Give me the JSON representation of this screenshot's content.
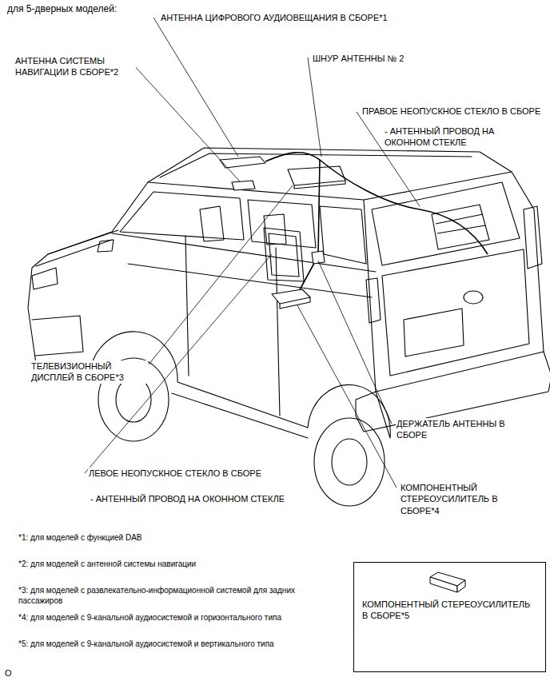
{
  "diagram": {
    "title": "для 5-дверных моделей:",
    "nodes": [
      {
        "text": [
          "КОМПОНЕНТНЫЙ СТЕРЕОУСИЛИТЕЛЬ В СБОРЕ*5"
        ]
      }
    ],
    "labels": [
      "АНТЕННА ЦИФРОВОГО АУДИОВЕЩАНИЯ В СБОРЕ*1",
      "АНТЕННА СИСТЕМЫ НАВИГАЦИИ В СБОРЕ*2",
      "ШНУР АНТЕННЫ № 2",
      "ПРАВОЕ НЕОПУСКНОЕ СТЕКЛО В СБОРЕ",
      "- АНТЕННЫЙ ПРОВОД НА ОКОННОМ СТЕКЛЕ",
      "ТЕЛЕВИЗИОННЫЙ ДИСПЛЕЙ В СБОРЕ*3",
      "ДЕРЖАТЕЛЬ АНТЕННЫ В СБОРЕ",
      "ЛЕВОЕ НЕОПУСКНОЕ СТЕКЛО В СБОРЕ",
      "- АНТЕННЫЙ ПРОВОД НА ОКОННОМ СТЕКЛЕ",
      "КОМПОНЕНТНЫЙ СТЕРЕОУСИЛИТЕЛЬ В СБОРЕ*4",
      "*1: для моделей с функцией DAB",
      "*2: для моделей с антенной системы навигации",
      "*3: для моделей с развлекательно-информационной системой для задних пассажиров",
      "*4: для моделей с 9-канальной аудиосистемой и горизонтального типа",
      "*5: для моделей с 9-канальной аудиосистемой и вертикального типа",
      "O"
    ]
  }
}
